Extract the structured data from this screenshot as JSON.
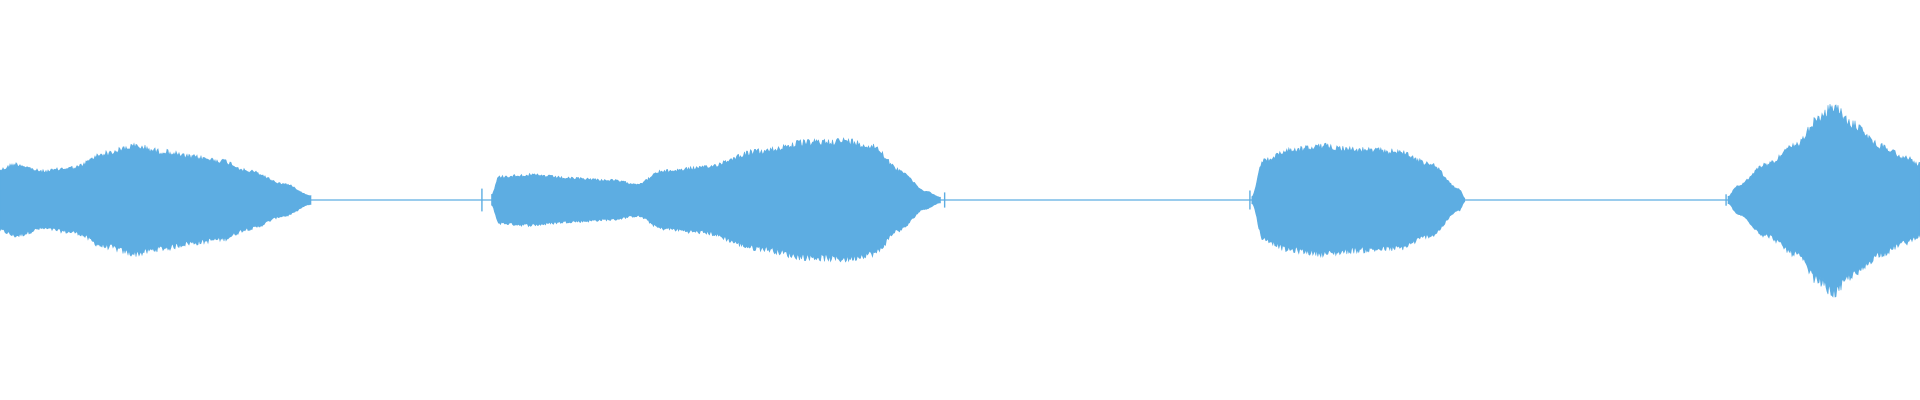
{
  "waveform": {
    "color": "#5DADE2",
    "background": "#FFFFFF",
    "amplitude_range": [
      -1,
      1
    ],
    "duration_fraction_range": [
      0,
      1
    ],
    "segments": [
      {
        "name": "segment-1",
        "envelope": [
          [
            0.0,
            0.17
          ],
          [
            0.008,
            0.2
          ],
          [
            0.022,
            0.16
          ],
          [
            0.038,
            0.18
          ],
          [
            0.055,
            0.26
          ],
          [
            0.07,
            0.3
          ],
          [
            0.085,
            0.27
          ],
          [
            0.1,
            0.24
          ],
          [
            0.115,
            0.22
          ],
          [
            0.13,
            0.16
          ],
          [
            0.148,
            0.09
          ],
          [
            0.162,
            0.025
          ]
        ]
      },
      {
        "name": "segment-2",
        "envelope": [
          [
            0.256,
            0.03
          ],
          [
            0.26,
            0.13
          ],
          [
            0.275,
            0.14
          ],
          [
            0.3,
            0.12
          ],
          [
            0.318,
            0.11
          ],
          [
            0.332,
            0.09
          ],
          [
            0.345,
            0.16
          ],
          [
            0.365,
            0.18
          ],
          [
            0.395,
            0.27
          ],
          [
            0.42,
            0.32
          ],
          [
            0.44,
            0.33
          ],
          [
            0.455,
            0.3
          ],
          [
            0.468,
            0.17
          ],
          [
            0.482,
            0.05
          ],
          [
            0.49,
            0.015
          ]
        ]
      },
      {
        "name": "segment-3",
        "envelope": [
          [
            0.652,
            0.02
          ],
          [
            0.658,
            0.22
          ],
          [
            0.672,
            0.28
          ],
          [
            0.69,
            0.3
          ],
          [
            0.708,
            0.28
          ],
          [
            0.728,
            0.27
          ],
          [
            0.745,
            0.2
          ],
          [
            0.76,
            0.06
          ],
          [
            0.763,
            0.01
          ]
        ]
      },
      {
        "name": "segment-4",
        "envelope": [
          [
            0.9,
            0.02
          ],
          [
            0.905,
            0.08
          ],
          [
            0.92,
            0.2
          ],
          [
            0.935,
            0.3
          ],
          [
            0.947,
            0.45
          ],
          [
            0.955,
            0.52
          ],
          [
            0.965,
            0.42
          ],
          [
            0.98,
            0.3
          ],
          [
            0.992,
            0.24
          ],
          [
            1.0,
            0.2
          ]
        ]
      }
    ],
    "spikes": [
      {
        "position": 0.251,
        "amplitude": 0.06
      },
      {
        "position": 0.492,
        "amplitude": 0.04
      },
      {
        "position": 0.651,
        "amplitude": 0.05
      },
      {
        "position": 0.899,
        "amplitude": 0.03
      }
    ]
  }
}
